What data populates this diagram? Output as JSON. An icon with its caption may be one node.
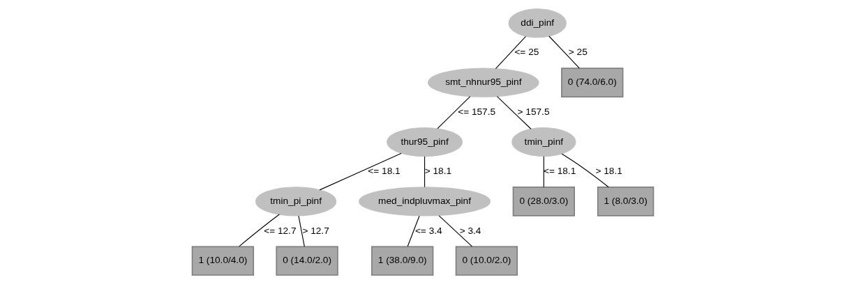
{
  "diagram": {
    "nodes": [
      {
        "text": [
          "ddi_pinf"
        ]
      },
      {
        "text": [
          "smt_nhnur95_pinf"
        ]
      },
      {
        "text": [
          "0 (74.0/6.0)"
        ]
      },
      {
        "text": [
          "thur95_pinf"
        ]
      },
      {
        "text": [
          "tmin_pinf"
        ]
      },
      {
        "text": [
          "tmin_pi_pinf"
        ]
      },
      {
        "text": [
          "med_indpluvmax_pinf"
        ]
      },
      {
        "text": [
          "0 (28.0/3.0)"
        ]
      },
      {
        "text": [
          "1 (8.0/3.0)"
        ]
      },
      {
        "text": [
          "1 (10.0/4.0)"
        ]
      },
      {
        "text": [
          "0 (14.0/2.0)"
        ]
      },
      {
        "text": [
          "1 (38.0/9.0)"
        ]
      },
      {
        "text": [
          "0 (10.0/2.0)"
        ]
      }
    ],
    "edges": [
      {
        "from": 0,
        "to": 1,
        "arrow": "none",
        "label": "<= 25"
      },
      {
        "from": 0,
        "to": 2,
        "arrow": "none",
        "label": "> 25"
      },
      {
        "from": 1,
        "to": 3,
        "arrow": "none",
        "label": "<= 157.5"
      },
      {
        "from": 1,
        "to": 4,
        "arrow": "none",
        "label": "> 157.5"
      },
      {
        "from": 3,
        "to": 5,
        "arrow": "none",
        "label": "<= 18.1"
      },
      {
        "from": 3,
        "to": 6,
        "arrow": "none",
        "label": "> 18.1"
      },
      {
        "from": 4,
        "to": 7,
        "arrow": "none",
        "label": "<= 18.1"
      },
      {
        "from": 4,
        "to": 8,
        "arrow": "none",
        "label": "> 18.1"
      },
      {
        "from": 5,
        "to": 9,
        "arrow": "none",
        "label": "<= 12.7"
      },
      {
        "from": 5,
        "to": 10,
        "arrow": "none",
        "label": "> 12.7"
      },
      {
        "from": 6,
        "to": 11,
        "arrow": "none",
        "label": "<= 3.4"
      },
      {
        "from": 6,
        "to": 12,
        "arrow": "none",
        "label": "> 3.4"
      }
    ]
  }
}
